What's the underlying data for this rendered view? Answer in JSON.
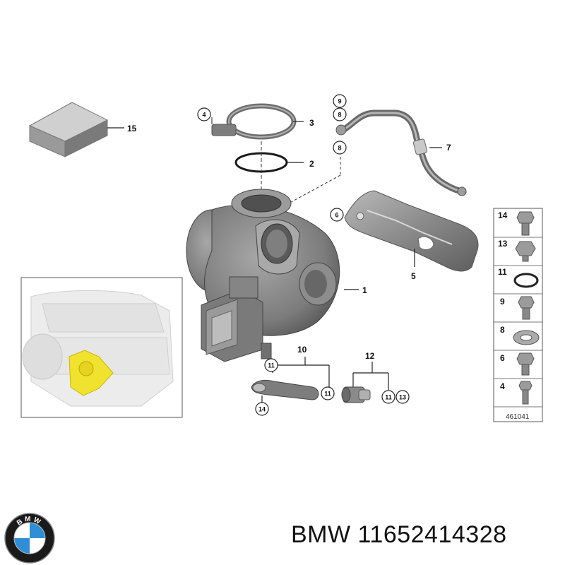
{
  "diagram": {
    "callouts": {
      "c1": "1",
      "c2": "2",
      "c3": "3",
      "c4": "4",
      "c5": "5",
      "c6": "6",
      "c7": "7",
      "c8a": "8",
      "c8b": "8",
      "c9": "9",
      "c10": "10",
      "c11a": "11",
      "c11b": "11",
      "c11c": "11",
      "c12": "12",
      "c13": "13",
      "c14": "14",
      "c15": "15"
    },
    "legend": {
      "items": [
        "14",
        "13",
        "11",
        "9",
        "8",
        "6",
        "4"
      ]
    },
    "illustration_code": "461041"
  },
  "footer": {
    "brand": "BMW",
    "part_number": "11652414328",
    "text": "BMW 11652414328",
    "logo_letters": "BMW"
  },
  "colors": {
    "part_gray": "#8a8a8a",
    "part_dark": "#5a5a5a",
    "highlight_yellow": "#f2e230",
    "bmw_blue": "#2f8fd6"
  }
}
